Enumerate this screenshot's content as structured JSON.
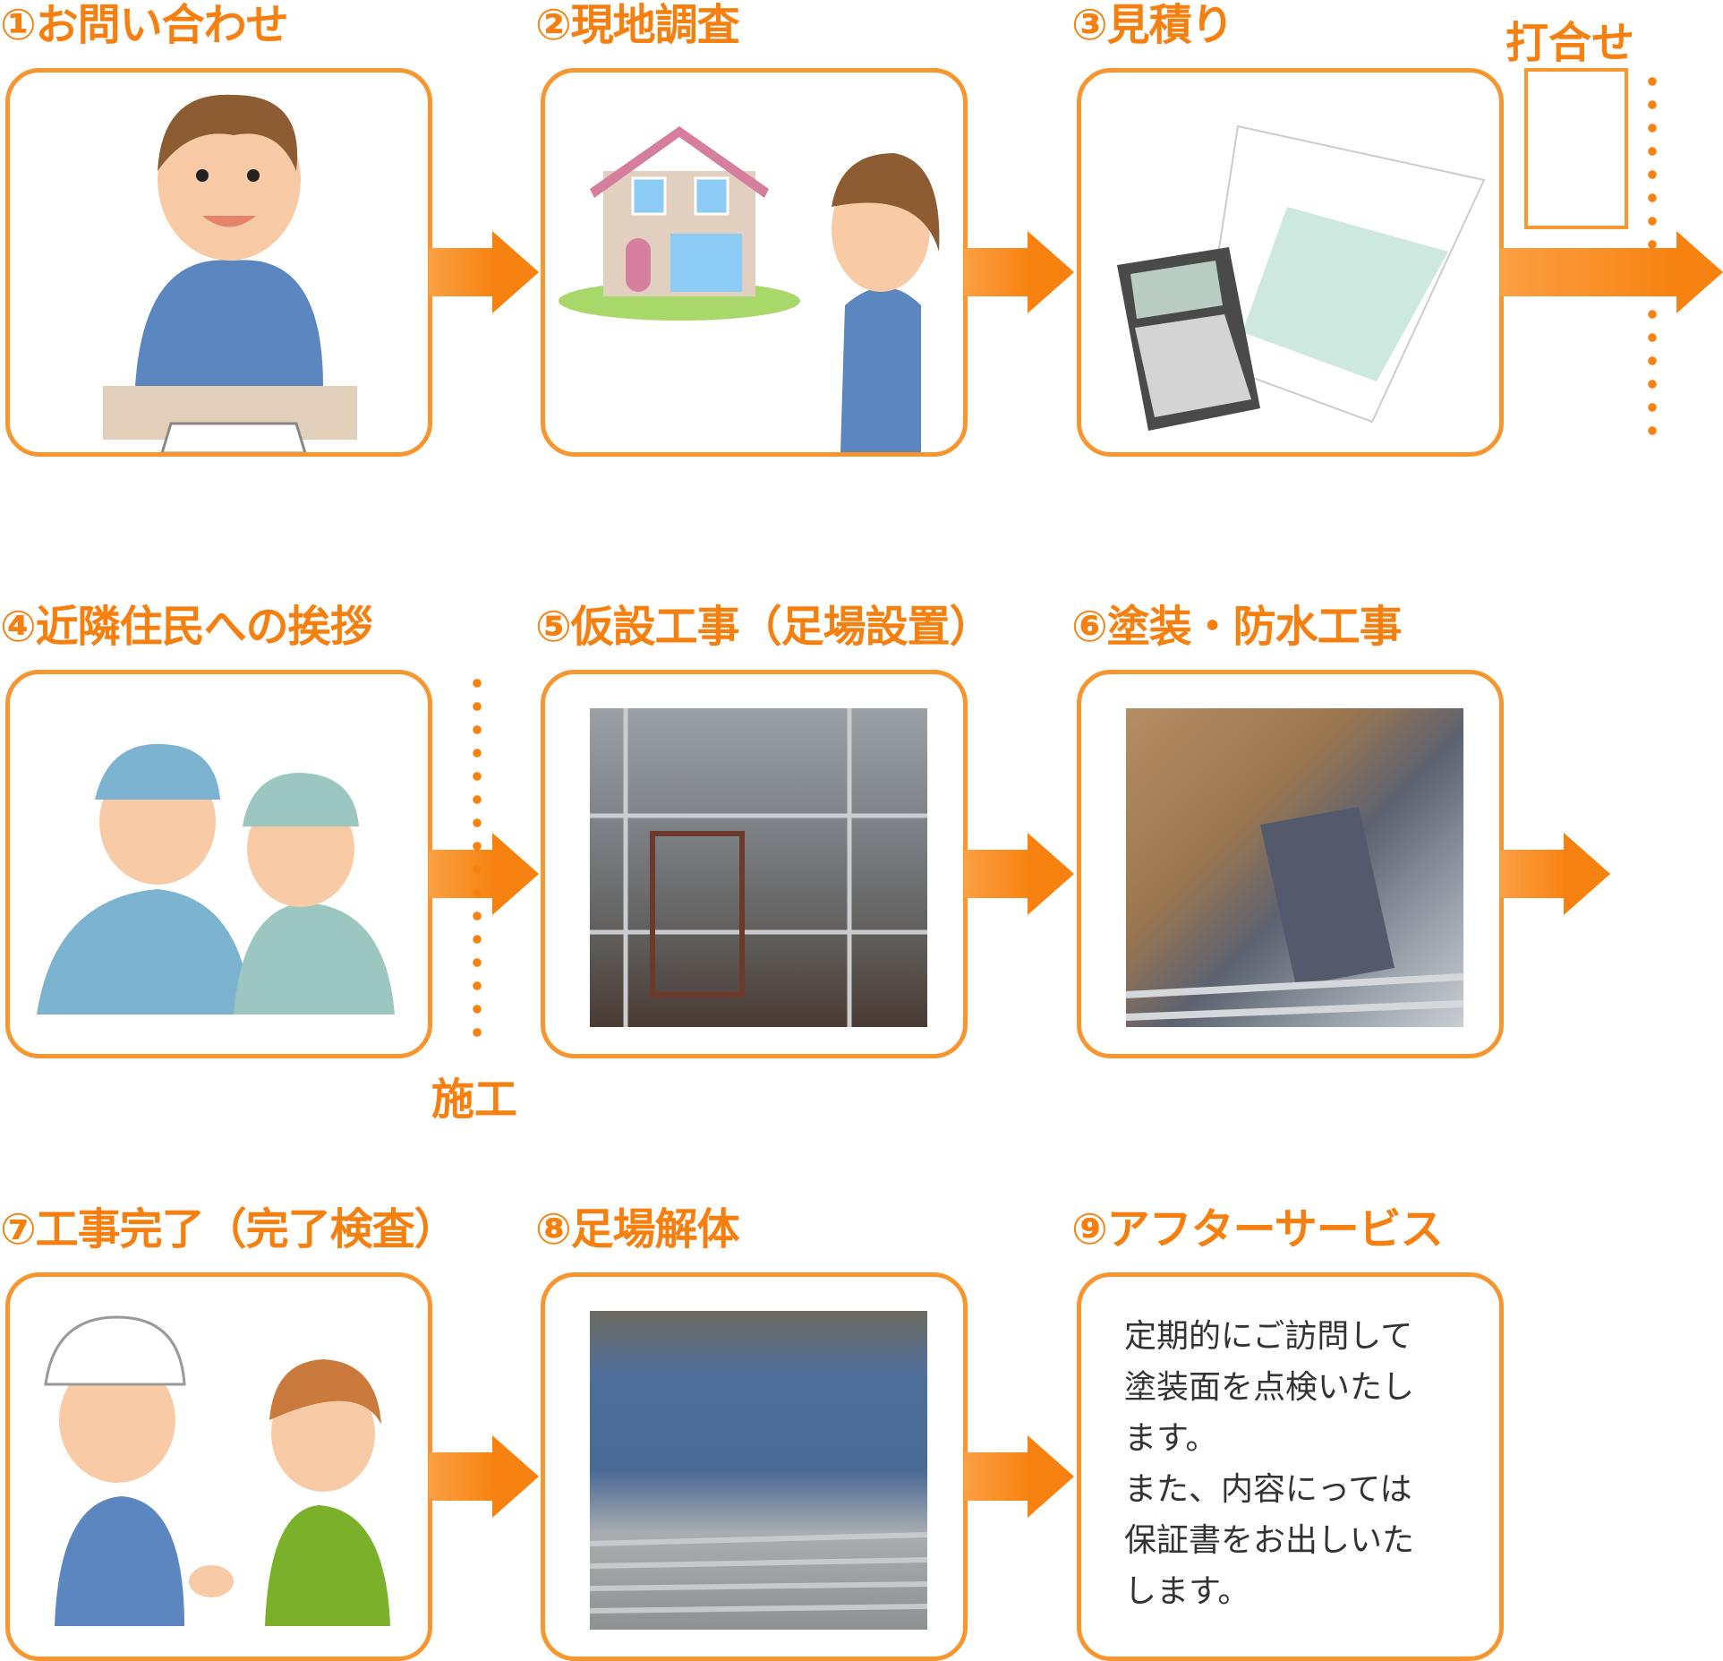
{
  "steps": [
    {
      "title": "①お問い合わせ",
      "image": "person-on-phone-illustration"
    },
    {
      "title": "②現地調査",
      "image": "house-survey-illustration"
    },
    {
      "title": "③見積り",
      "image": "calculator-estimate-illustration"
    },
    {
      "title": "④近隣住民への挨拶",
      "image": "workers-greeting-illustration"
    },
    {
      "title": "⑤仮設工事（足場設置）",
      "image": "scaffold-installation-photo"
    },
    {
      "title": "⑥塗装・防水工事",
      "image": "painting-work-photo"
    },
    {
      "title": "⑦工事完了（完了検査）",
      "image": "handshake-illustration"
    },
    {
      "title": "⑧足場解体",
      "image": "dismantled-scaffold-photo"
    },
    {
      "title": "⑨アフターサービス",
      "text": "定期的にご訪問して\n塗装面を点検いたし\nます。\nまた、内容にっては\n保証書をお出しいた\nします。"
    }
  ],
  "phases": {
    "meeting": "打合せ",
    "construction": "施工"
  },
  "colors": {
    "accent": "#f7962f",
    "title": "#f57f0f",
    "text": "#333333"
  }
}
